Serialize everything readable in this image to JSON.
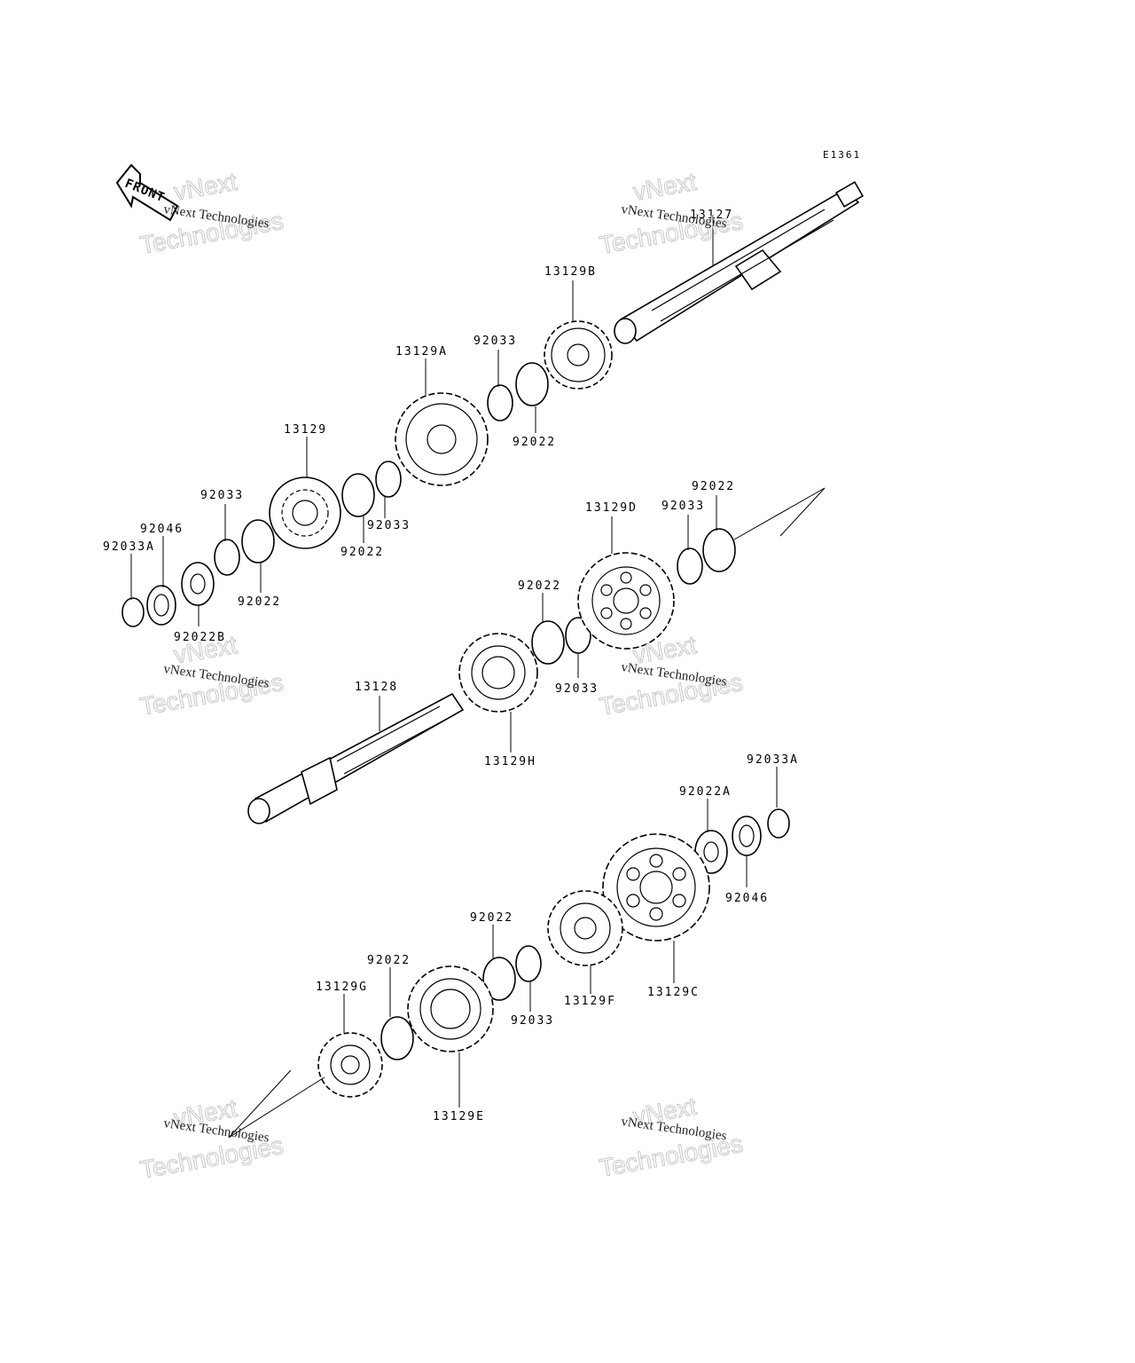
{
  "diagram_code": "E1361",
  "front_label": "FRONT",
  "watermark": {
    "line1": "vNext Technologies",
    "line2_a": "vNext",
    "line2_b": "Technologies"
  },
  "parts": [
    {
      "id": "p13127",
      "label": "13127"
    },
    {
      "id": "p13129B",
      "label": "13129B"
    },
    {
      "id": "p92033_1",
      "label": "92033"
    },
    {
      "id": "p13129A",
      "label": "13129A"
    },
    {
      "id": "p92022_1",
      "label": "92022"
    },
    {
      "id": "p13129",
      "label": "13129"
    },
    {
      "id": "p92033_2",
      "label": "92033"
    },
    {
      "id": "p92022_2",
      "label": "92022"
    },
    {
      "id": "p92033_3",
      "label": "92033"
    },
    {
      "id": "p92046_1",
      "label": "92046"
    },
    {
      "id": "p92033A_1",
      "label": "92033A"
    },
    {
      "id": "p92022_3",
      "label": "92022"
    },
    {
      "id": "p92022B",
      "label": "92022B"
    },
    {
      "id": "p92022_4",
      "label": "92022"
    },
    {
      "id": "p92033_4",
      "label": "92033"
    },
    {
      "id": "p13129D",
      "label": "13129D"
    },
    {
      "id": "p92022_5",
      "label": "92022"
    },
    {
      "id": "p92033_5",
      "label": "92033"
    },
    {
      "id": "p13128",
      "label": "13128"
    },
    {
      "id": "p13129H",
      "label": "13129H"
    },
    {
      "id": "p92033A_2",
      "label": "92033A"
    },
    {
      "id": "p92022A",
      "label": "92022A"
    },
    {
      "id": "p92046_2",
      "label": "92046"
    },
    {
      "id": "p92022_6",
      "label": "92022"
    },
    {
      "id": "p92022_7",
      "label": "92022"
    },
    {
      "id": "p13129G",
      "label": "13129G"
    },
    {
      "id": "p92033_6",
      "label": "92033"
    },
    {
      "id": "p13129F",
      "label": "13129F"
    },
    {
      "id": "p13129C",
      "label": "13129C"
    },
    {
      "id": "p13129E",
      "label": "13129E"
    }
  ]
}
